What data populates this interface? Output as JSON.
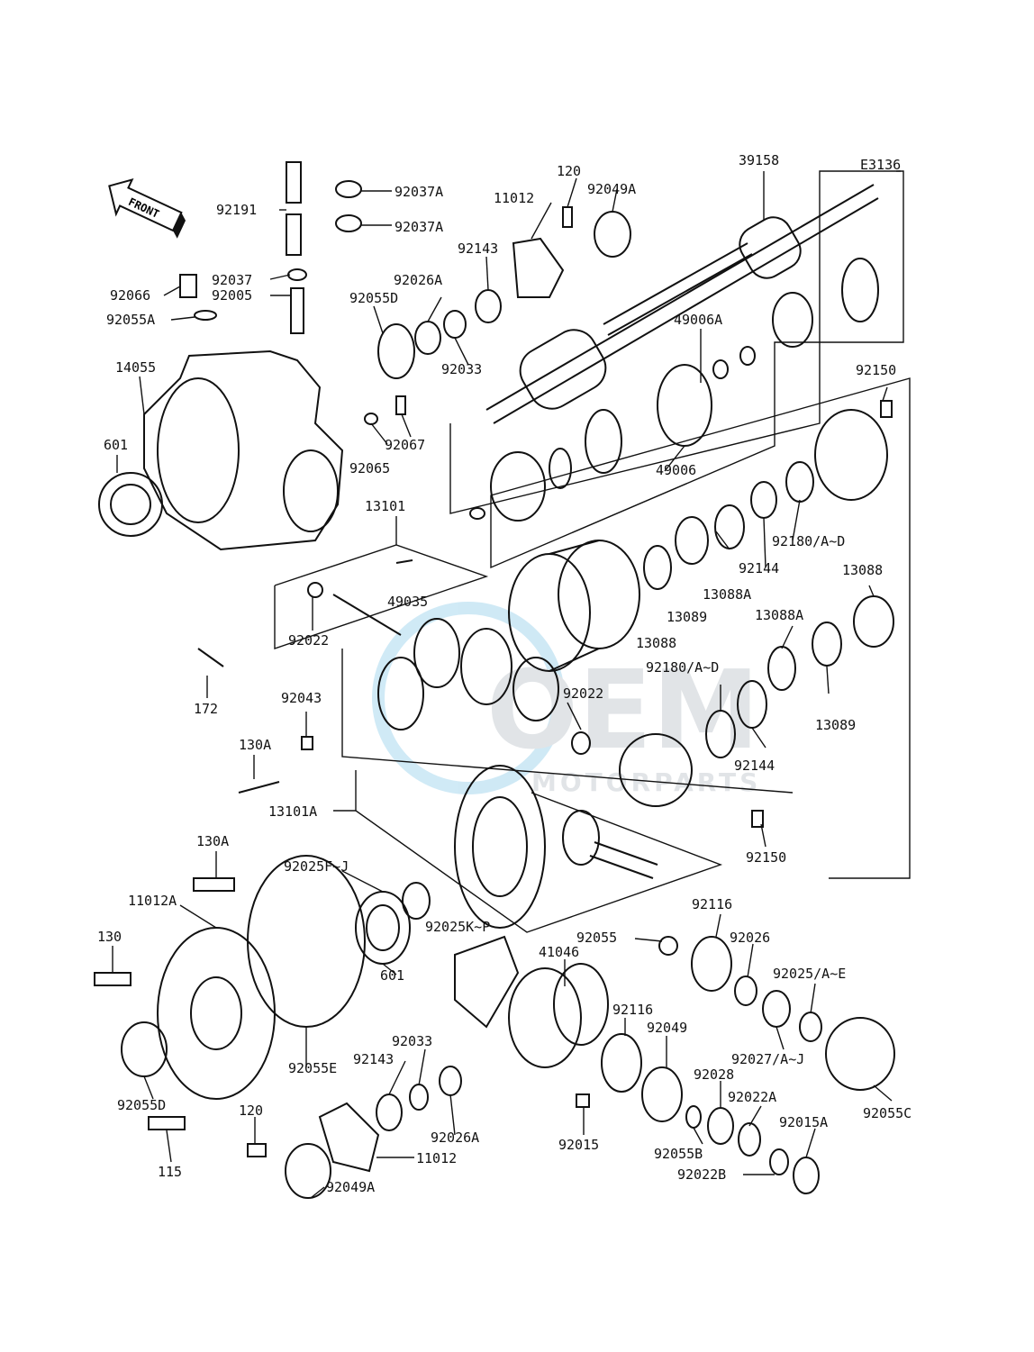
{
  "diagram_code": "E3136",
  "front_arrow_label": "FRONT",
  "watermark": {
    "brand": "OEM",
    "sub": "MOTORPARTS"
  },
  "labels": [
    {
      "id": "l1",
      "text": "120"
    },
    {
      "id": "l2",
      "text": "39158"
    },
    {
      "id": "l3",
      "text": "92037A"
    },
    {
      "id": "l4",
      "text": "11012"
    },
    {
      "id": "l5",
      "text": "92049A"
    },
    {
      "id": "l6",
      "text": "92037A"
    },
    {
      "id": "l7",
      "text": "92191"
    },
    {
      "id": "l8",
      "text": "92143"
    },
    {
      "id": "l9",
      "text": "92037"
    },
    {
      "id": "l10",
      "text": "92066"
    },
    {
      "id": "l11",
      "text": "92005"
    },
    {
      "id": "l12",
      "text": "92026A"
    },
    {
      "id": "l13",
      "text": "92055D"
    },
    {
      "id": "l14",
      "text": "92055A"
    },
    {
      "id": "l15",
      "text": "49006A"
    },
    {
      "id": "l16",
      "text": "92033"
    },
    {
      "id": "l17",
      "text": "14055"
    },
    {
      "id": "l18",
      "text": "92150"
    },
    {
      "id": "l19",
      "text": "92067"
    },
    {
      "id": "l20",
      "text": "601"
    },
    {
      "id": "l21",
      "text": "92065"
    },
    {
      "id": "l22",
      "text": "49006"
    },
    {
      "id": "l23",
      "text": "13101"
    },
    {
      "id": "l24",
      "text": "92180/A~D"
    },
    {
      "id": "l25",
      "text": "13088"
    },
    {
      "id": "l26",
      "text": "49035"
    },
    {
      "id": "l27",
      "text": "92144"
    },
    {
      "id": "l28",
      "text": "13088A"
    },
    {
      "id": "l29",
      "text": "13089"
    },
    {
      "id": "l30",
      "text": "92022"
    },
    {
      "id": "l31",
      "text": "13088"
    },
    {
      "id": "l32",
      "text": "13088A"
    },
    {
      "id": "l33",
      "text": "92180/A~D"
    },
    {
      "id": "l34",
      "text": "92022"
    },
    {
      "id": "l35",
      "text": "172"
    },
    {
      "id": "l36",
      "text": "92043"
    },
    {
      "id": "l37",
      "text": "13089"
    },
    {
      "id": "l38",
      "text": "130A"
    },
    {
      "id": "l39",
      "text": "92144"
    },
    {
      "id": "l40",
      "text": "13101A"
    },
    {
      "id": "l41",
      "text": "92150"
    },
    {
      "id": "l42",
      "text": "130A"
    },
    {
      "id": "l43",
      "text": "92025F~J"
    },
    {
      "id": "l44",
      "text": "92116"
    },
    {
      "id": "l45",
      "text": "11012A"
    },
    {
      "id": "l46",
      "text": "92025K~P"
    },
    {
      "id": "l47",
      "text": "92055"
    },
    {
      "id": "l48",
      "text": "92026"
    },
    {
      "id": "l49",
      "text": "130"
    },
    {
      "id": "l50",
      "text": "41046"
    },
    {
      "id": "l51",
      "text": "92025/A~E"
    },
    {
      "id": "l52",
      "text": "601"
    },
    {
      "id": "l53",
      "text": "92116"
    },
    {
      "id": "l54",
      "text": "92049"
    },
    {
      "id": "l55",
      "text": "92033"
    },
    {
      "id": "l56",
      "text": "92027/A~J"
    },
    {
      "id": "l57",
      "text": "92143"
    },
    {
      "id": "l58",
      "text": "92055E"
    },
    {
      "id": "l59",
      "text": "92028"
    },
    {
      "id": "l60",
      "text": "92055D"
    },
    {
      "id": "l61",
      "text": "92022A"
    },
    {
      "id": "l62",
      "text": "120"
    },
    {
      "id": "l63",
      "text": "92026A"
    },
    {
      "id": "l64",
      "text": "92015A"
    },
    {
      "id": "l65",
      "text": "92055C"
    },
    {
      "id": "l66",
      "text": "11012"
    },
    {
      "id": "l67",
      "text": "92015"
    },
    {
      "id": "l68",
      "text": "92055B"
    },
    {
      "id": "l69",
      "text": "115"
    },
    {
      "id": "l70",
      "text": "92022B"
    },
    {
      "id": "l71",
      "text": "92049A"
    }
  ]
}
